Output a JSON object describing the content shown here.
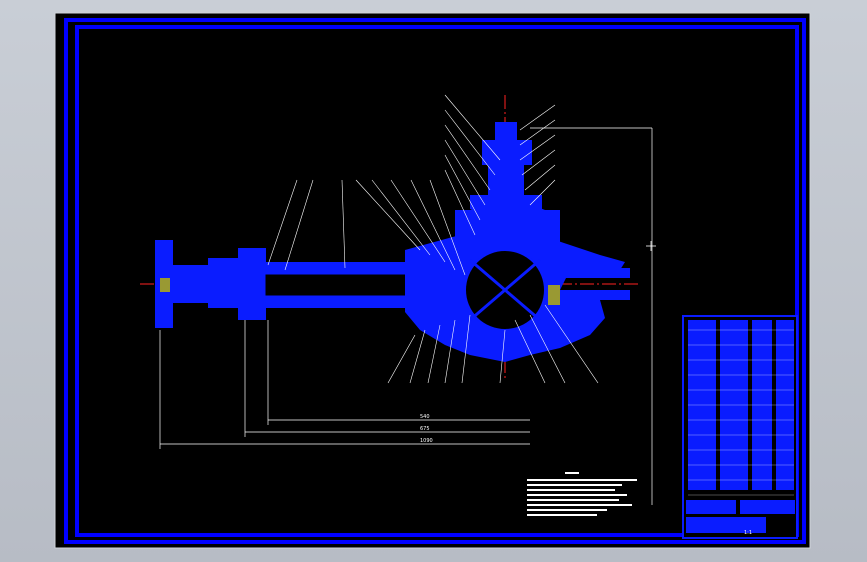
{
  "drawing": {
    "sheet_color": "#000000",
    "frame_color": "#0000ff",
    "part_color": "#0a1cff",
    "dim_color": "#ffffff",
    "axis_color": "#ff0000",
    "viewer_bg": "#c5c9d1"
  },
  "dimensions": {
    "d1": "540",
    "d2": "675",
    "d3": "1090"
  },
  "title_block": {
    "drawing_name": "",
    "scale_label": "1:1"
  },
  "icons": [
    "crosshair-icon"
  ]
}
